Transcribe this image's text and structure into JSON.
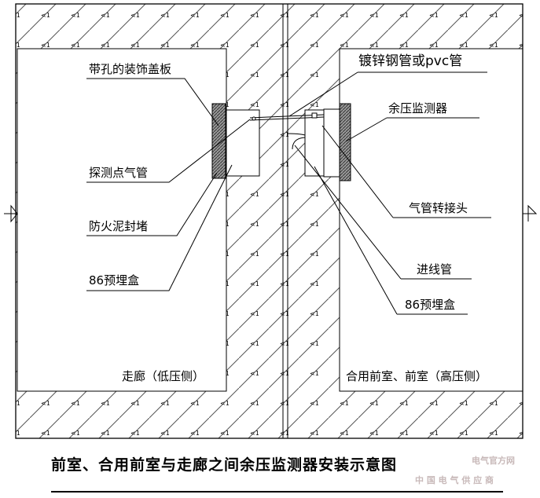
{
  "labels": {
    "cover_plate": "带孔的装饰盖板",
    "probe_tube": "探测点气管",
    "fire_mud": "防火泥封堵",
    "box_left": "86预埋盒",
    "pipe": "镀锌钢管或pvc管",
    "detector": "余压监测器",
    "tube_adapter": "气管转接头",
    "inlet_pipe": "进线管",
    "box_right": "86预埋盒",
    "corridor": "走廊（低压侧）",
    "front_room": "合用前室、前室（高压侧）"
  },
  "caption": "前室、合用前室与走廊之间余压监测器安装示意图",
  "watermark": {
    "line1": "电气官方网",
    "line2": "中 国 电 气 供 应 商"
  },
  "colors": {
    "line": "#000000",
    "hatch": "#555555",
    "plate_fill": "#7a7a7a",
    "watermark": "#c8b9b9"
  }
}
